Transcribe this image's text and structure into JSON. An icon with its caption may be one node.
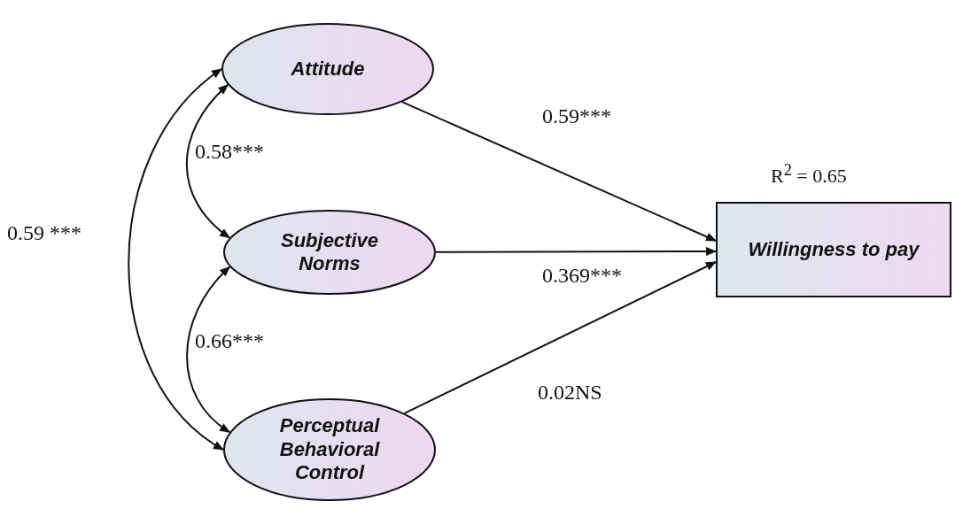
{
  "diagram": {
    "nodes": [
      {
        "text": [
          "Attitude"
        ]
      },
      {
        "text": [
          "Subjective Norms"
        ]
      },
      {
        "text": [
          "Perceptual Behavioral Control"
        ]
      },
      {
        "text": [
          "Willingness to pay"
        ],
        "beside": [
          "R$^{2}$ = 0.65"
        ]
      }
    ],
    "edges": [
      {
        "from": 0,
        "to": 3,
        "arrow": "to",
        "label": "0.59***"
      },
      {
        "from": 1,
        "to": 3,
        "arrow": "to",
        "label": "0.369***"
      },
      {
        "from": 2,
        "to": 3,
        "arrow": "to",
        "label": "0.02NS"
      },
      {
        "from": 0,
        "to": 1,
        "arrow": "both",
        "label": "0.58***"
      },
      {
        "from": 1,
        "to": 2,
        "arrow": "both",
        "label": "0.66***"
      },
      {
        "from": 0,
        "to": 2,
        "arrow": "both",
        "label": "0.59 ***"
      }
    ]
  }
}
